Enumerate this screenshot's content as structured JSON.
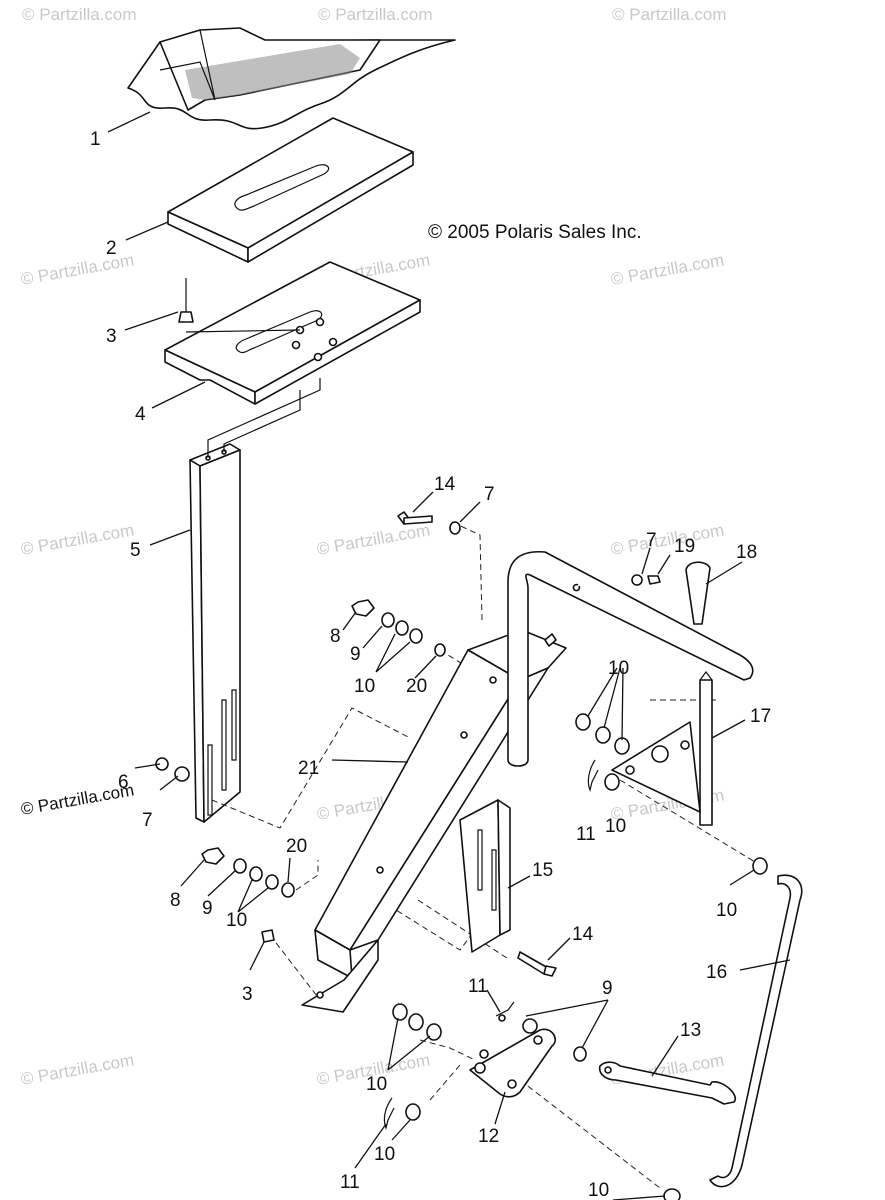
{
  "copyright": "© 2005 Polaris Sales Inc.",
  "watermark": "© Partzilla.com",
  "callouts": {
    "p1": "1",
    "p2": "2",
    "p3a": "3",
    "p3b": "3",
    "p4": "4",
    "p5": "5",
    "p6": "6",
    "p7a": "7",
    "p7b": "7",
    "p7c": "7",
    "p8a": "8",
    "p8b": "8",
    "p9a": "9",
    "p9b": "9",
    "p9c": "9",
    "p10a": "10",
    "p10b": "10",
    "p10c": "10",
    "p10d": "10",
    "p10e": "10",
    "p10f": "10",
    "p10g": "10",
    "p10h": "10",
    "p11a": "11",
    "p11b": "11",
    "p11c": "11",
    "p12": "12",
    "p13": "13",
    "p14a": "14",
    "p14b": "14",
    "p15": "15",
    "p16": "16",
    "p17": "17",
    "p18": "18",
    "p19": "19",
    "p20a": "20",
    "p20b": "20",
    "p21": "21"
  }
}
